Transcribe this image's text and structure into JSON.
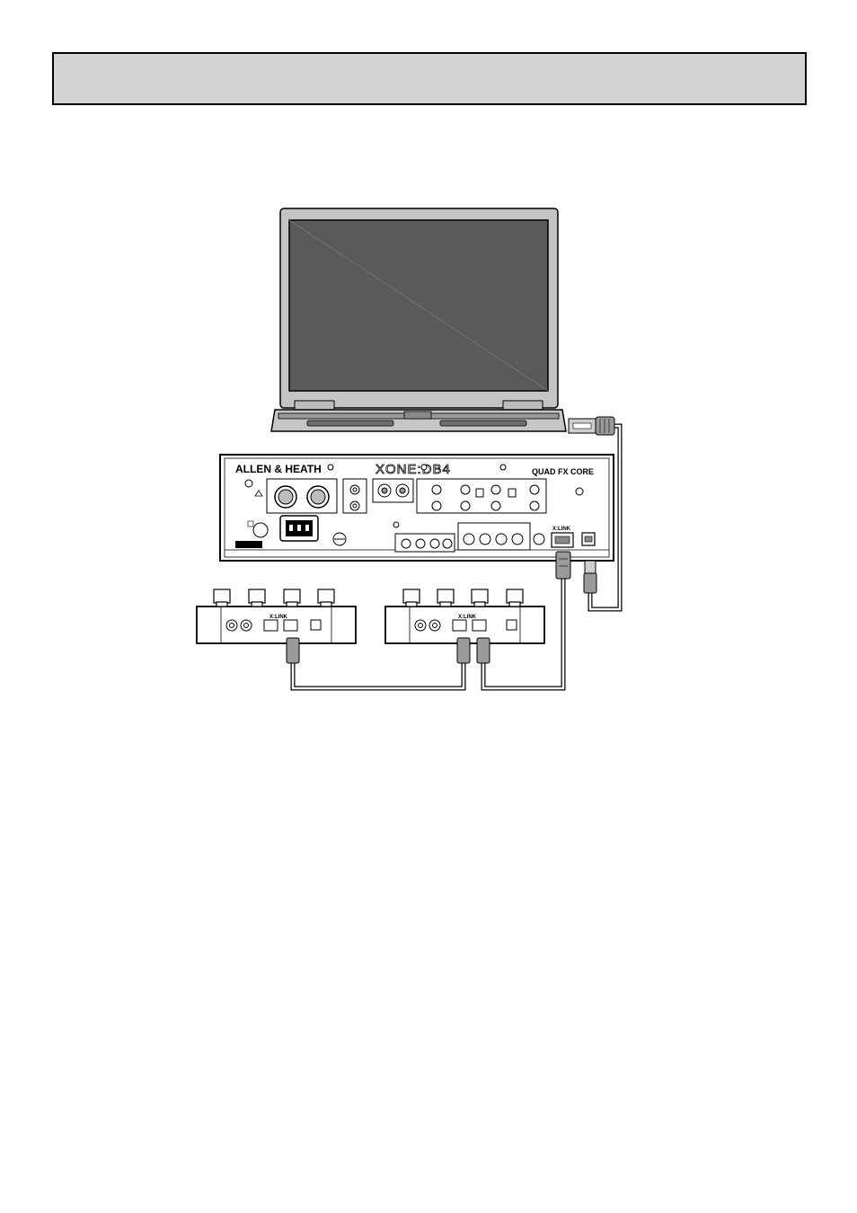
{
  "header": {
    "title": ""
  },
  "mixer": {
    "brand": "ALLEN & HEATH",
    "model": "XONE:DB4",
    "subtitle": "QUAD FX CORE",
    "xlink_label": "X:LINK"
  },
  "controllers": [
    {
      "xlink_label": "X:LINK"
    },
    {
      "xlink_label": "X:LINK"
    }
  ],
  "icons": [
    "laptop-icon",
    "usb-plug-icon",
    "xlr-connector-icon",
    "rca-jack-icon",
    "power-socket-icon"
  ]
}
